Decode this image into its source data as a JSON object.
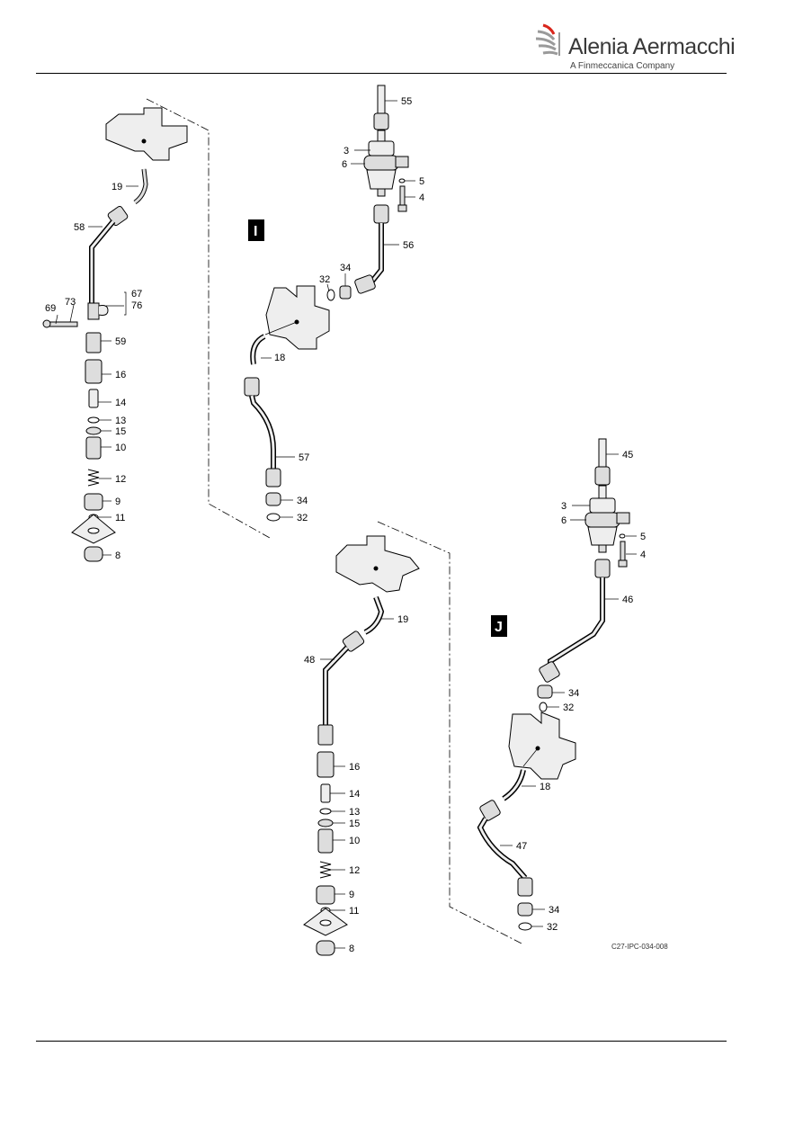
{
  "header": {
    "company_name": "Alenia Aermacchi",
    "company_subtitle": "A Finmeccanica Company",
    "logo_icon": "alenia-swoosh-logo"
  },
  "figure": {
    "reference": "C27-IPC-034-008",
    "view_i": {
      "label": "I",
      "callouts": [
        "55",
        "3",
        "6",
        "5",
        "4",
        "56",
        "34",
        "32",
        "18",
        "57",
        "34",
        "32"
      ]
    },
    "view_j": {
      "label": "J",
      "callouts": [
        "45",
        "3",
        "6",
        "5",
        "4",
        "46",
        "34",
        "32",
        "18",
        "47",
        "34",
        "32"
      ]
    },
    "assembly_upper": {
      "callouts": [
        "19",
        "58",
        "67",
        "76",
        "73",
        "69",
        "59",
        "16",
        "14",
        "13",
        "15",
        "10",
        "12",
        "9",
        "11",
        "8"
      ]
    },
    "assembly_lower": {
      "callouts": [
        "19",
        "48",
        "16",
        "14",
        "13",
        "15",
        "10",
        "12",
        "9",
        "11",
        "8"
      ]
    }
  }
}
